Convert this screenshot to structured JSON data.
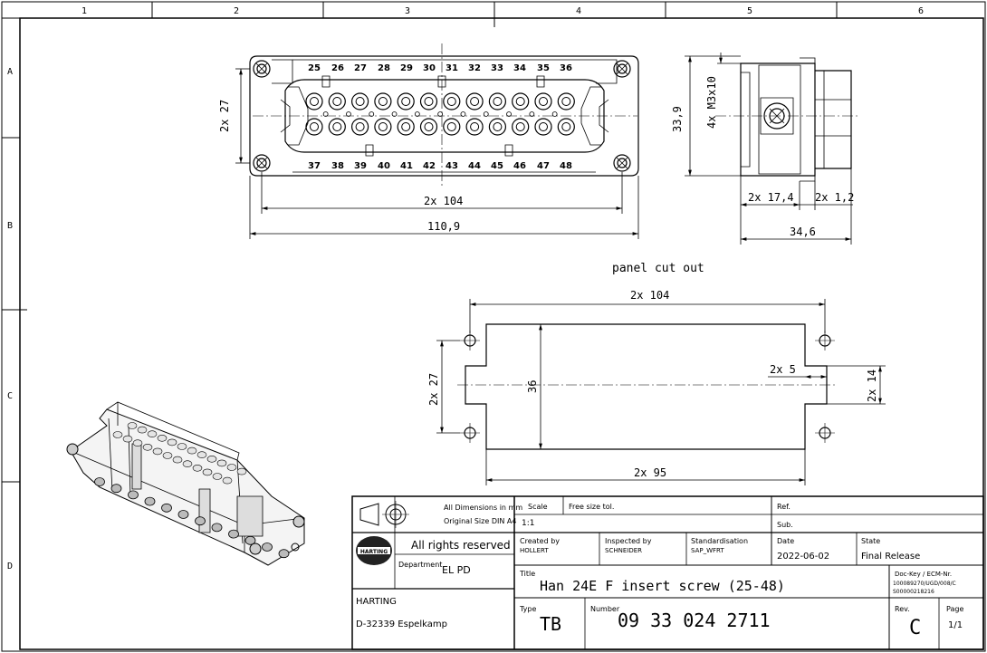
{
  "frame": {
    "columns": [
      "1",
      "2",
      "3",
      "4",
      "5",
      "6"
    ],
    "rows": [
      "A",
      "B",
      "C",
      "D"
    ]
  },
  "front_view": {
    "pins_top": [
      "25",
      "26",
      "27",
      "28",
      "29",
      "30",
      "31",
      "32",
      "33",
      "34",
      "35",
      "36"
    ],
    "pins_bottom": [
      "37",
      "38",
      "39",
      "40",
      "41",
      "42",
      "43",
      "44",
      "45",
      "46",
      "47",
      "48"
    ],
    "dim_height": "2x 27",
    "dim_screw_spacing": "2x 104",
    "dim_overall_width": "110,9"
  },
  "side_view": {
    "dim_height": "33,9",
    "dim_thread": "4x M3x10",
    "dim_a": "2x 17,4",
    "dim_b": "2x 1,2",
    "dim_total": "34,6"
  },
  "cutout": {
    "title": "panel cut out",
    "dim_hole_spacing": "2x 104",
    "dim_width": "2x 95",
    "dim_height": "36",
    "dim_hole_vertical": "2x 27",
    "dim_notch_depth": "2x 5",
    "dim_notch_width": "2x 14"
  },
  "title_block": {
    "dimensions_note": "All Dimensions in mm",
    "original_size": "Original Size DIN A4",
    "scale_label": "Scale",
    "scale_value": "1:1",
    "tolerance": "Free size tol.",
    "ref_label": "Ref.",
    "sub_label": "Sub.",
    "rights": "All rights reserved",
    "logo_text": "HARTING",
    "department_label": "Department",
    "department_value": "EL PD",
    "company": "HARTING",
    "address": "D-32339 Espelkamp",
    "created_label": "Created by",
    "created_value": "HOLLERT",
    "inspected_label": "Inspected by",
    "inspected_value": "SCHNEIDER",
    "standard_label": "Standardisation",
    "standard_value": "SAP_WFRT",
    "date_label": "Date",
    "date_value": "2022-06-02",
    "state_label": "State",
    "state_value": "Final Release",
    "title_label": "Title",
    "title_value": "Han 24E F insert screw (25-48)",
    "dockey_label": "Doc-Key / ECM-Nr.",
    "dockey_value1": "100089270/UGD/008/C",
    "dockey_value2": "S00000218216",
    "type_label": "Type",
    "type_value": "TB",
    "number_label": "Number",
    "number_value": "09 33 024 2711",
    "rev_label": "Rev.",
    "rev_value": "C",
    "page_label": "Page",
    "page_value": "1/1"
  }
}
